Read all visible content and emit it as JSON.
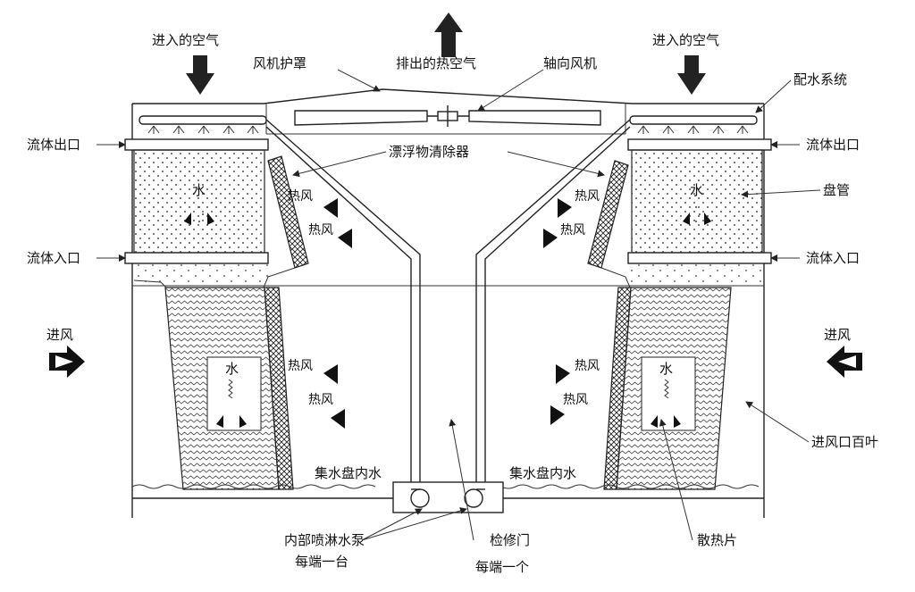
{
  "labels": {
    "inlet_air_left": "进入的空气",
    "inlet_air_right": "进入的空气",
    "fan_guard": "风机护罩",
    "exhaust_air": "排出的热空气",
    "axial_fan": "轴向风机",
    "water_distribution": "配水系统",
    "fluid_outlet_left": "流体出口",
    "fluid_outlet_right": "流体出口",
    "drift_eliminator": "漂浮物清除器",
    "coil": "盘管",
    "fluid_inlet_left": "流体入口",
    "fluid_inlet_right": "流体入口",
    "water_upper_left": "水",
    "water_upper_right": "水",
    "water_lower_left": "水",
    "water_lower_right": "水",
    "hot_air_1": "热风",
    "hot_air_2": "热风",
    "hot_air_3": "热风",
    "hot_air_4": "热风",
    "hot_air_5": "热风",
    "hot_air_6": "热风",
    "hot_air_7": "热风",
    "hot_air_8": "热风",
    "air_in_left": "进风",
    "air_in_right": "进风",
    "basin_water_left": "集水盘内水",
    "basin_water_right": "集水盘内水",
    "inlet_louver": "进风口百叶",
    "spray_pump_line1": "内部喷淋水泵",
    "spray_pump_line2": "每端一台",
    "access_door_line1": "检修门",
    "access_door_line2": "每端一个",
    "fill": "散热片"
  }
}
